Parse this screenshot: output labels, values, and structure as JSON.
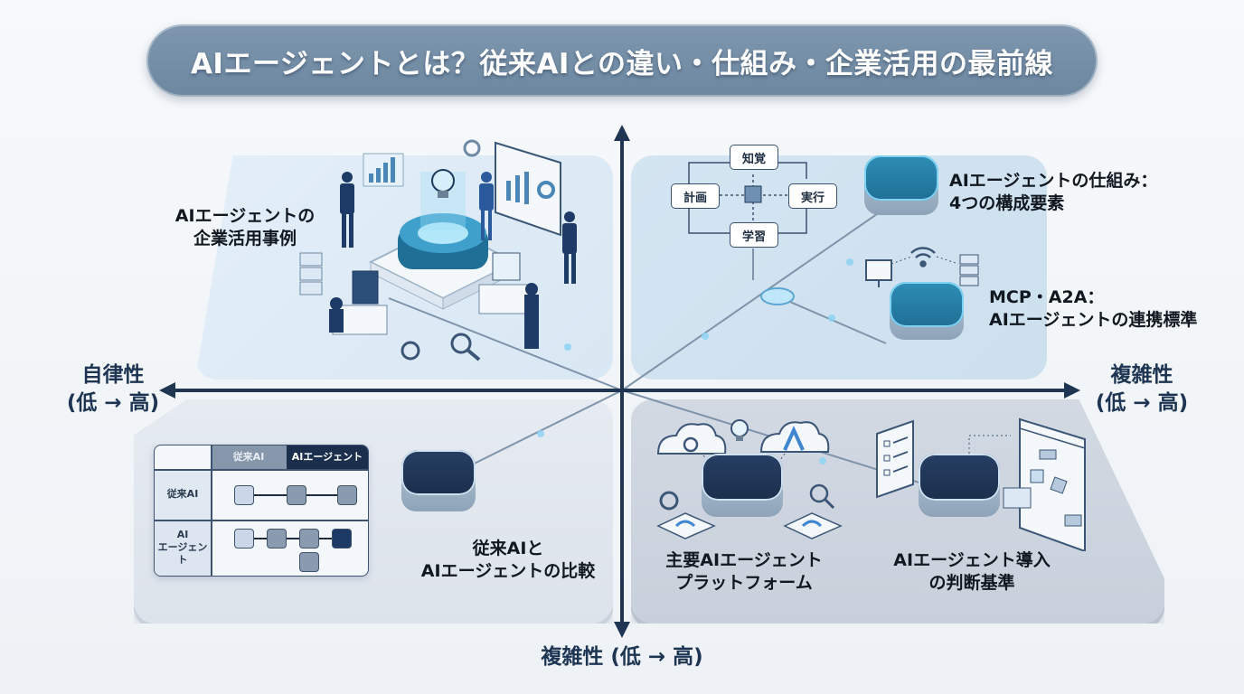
{
  "title": "AIエージェントとは？従来AIとの違い・仕組み・企業活用の最前線",
  "axes": {
    "left": {
      "line1": "自律性",
      "line2": "(低 → 高)"
    },
    "right": {
      "line1": "複雑性",
      "line2": "(低 → 高)"
    },
    "bottom": "複雑性 (低 → 高)"
  },
  "quadrants": {
    "top_left": {
      "label_line1": "AIエージェントの",
      "label_line2": "企業活用事例"
    },
    "top_right": {
      "mechanism": {
        "label_line1": "AIエージェントの仕組み：",
        "label_line2": "4つの構成要素"
      },
      "standards": {
        "label_line1": "MCP・A2A：",
        "label_line2": "AIエージェントの連携標準"
      },
      "cycle": [
        "知覚",
        "実行",
        "学習",
        "計画"
      ]
    },
    "bottom_left": {
      "label_line1": "従来AIと",
      "label_line2": "AIエージェントの比較",
      "table": {
        "headers": [
          "従来AI",
          "AIエージェント"
        ],
        "rows": [
          {
            "label": "従来AI"
          },
          {
            "label_line1": "AI",
            "label_line2": "エージェント"
          }
        ]
      }
    },
    "bottom_right": {
      "platforms": {
        "label_line1": "主要AIエージェント",
        "label_line2": "プラットフォーム"
      },
      "criteria": {
        "label_line1": "AIエージェント導入",
        "label_line2": "の判断基準"
      }
    }
  },
  "colors": {
    "title_bg": "#7590a8",
    "axis": "#1f3652",
    "teal_device": "#2d8db4",
    "navy_device": "#1b2f4d"
  }
}
